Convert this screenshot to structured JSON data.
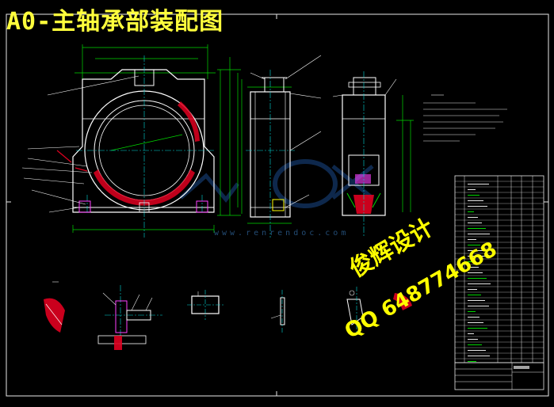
{
  "drawing": {
    "title": "A0-主轴承部装配图",
    "watermark_text": "俊辉设计",
    "watermark_qq": "QQ 648774668",
    "site_watermark": "www.renrendoc.com"
  },
  "colors": {
    "background": "#000000",
    "frame": "#e8e8e8",
    "outline": "#ffffff",
    "green_dim": "#00d800",
    "cyan_center": "#00d8d8",
    "hatch_red": "#e00020",
    "yellow": "#ffff00",
    "magenta": "#ff40ff",
    "blue_logo": "#1a4a8a"
  }
}
